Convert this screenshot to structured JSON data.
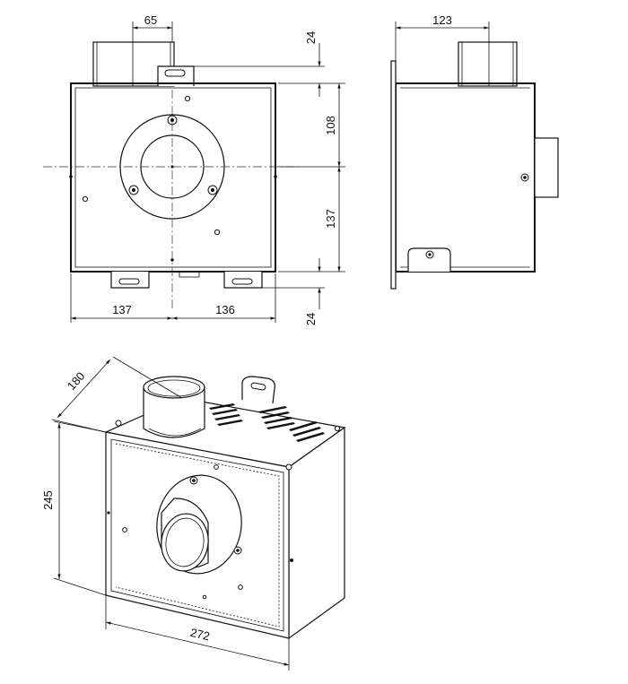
{
  "dimensions": {
    "front_top_outlet_width": "65",
    "front_top_offset": "24",
    "front_right_upper": "108",
    "front_right_lower": "137",
    "front_bottom_left": "137",
    "front_bottom_right": "136",
    "front_bottom_offset": "24",
    "side_top_width": "123",
    "iso_depth": "180",
    "iso_height": "245",
    "iso_width": "272"
  }
}
